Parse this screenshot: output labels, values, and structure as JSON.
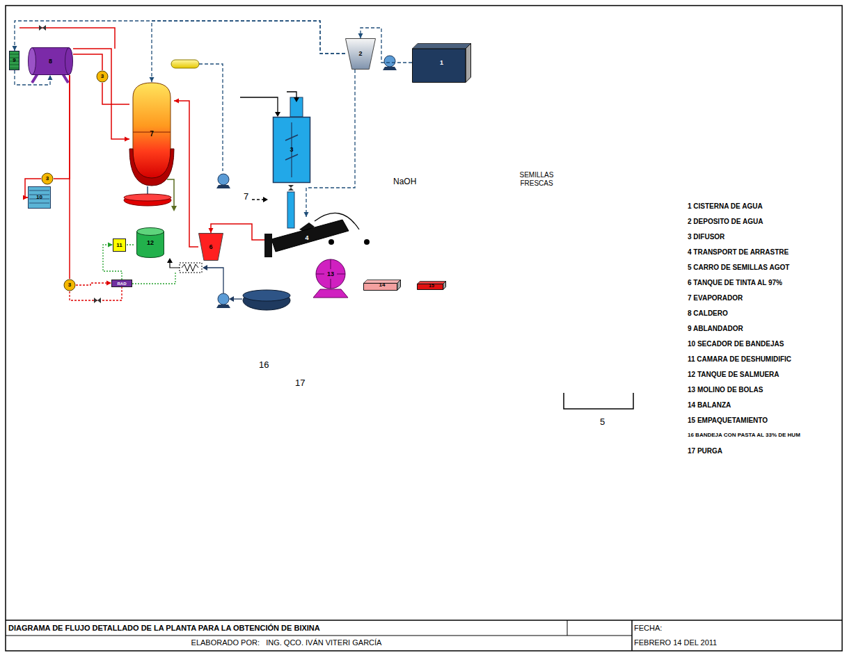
{
  "diagram": {
    "title": "DIAGRAMA DE FLUJO DETALLADO DE LA PLANTA PARA LA OBTENCIÓN DE BIXINA",
    "nodes": [
      {
        "text": [
          "9"
        ]
      },
      {
        "text": [
          "8"
        ]
      },
      {
        "text": [
          "3"
        ]
      },
      {
        "text": [
          "7"
        ]
      },
      {
        "text": [
          "2"
        ]
      },
      {
        "text": [
          "1"
        ]
      },
      {
        "text": [
          "3"
        ]
      },
      {
        "text": [
          "3"
        ]
      },
      {
        "text": [
          "10"
        ]
      },
      {
        "text": [
          "11"
        ]
      },
      {
        "text": [
          "12"
        ]
      },
      {
        "text": [
          "6"
        ]
      },
      {
        "text": [
          "4"
        ]
      },
      {
        "text": [
          "13"
        ]
      },
      {
        "text": [
          "RAD"
        ]
      },
      {
        "text": [
          "3"
        ]
      },
      {
        "text": [
          "14"
        ]
      },
      {
        "text": [
          "15"
        ]
      }
    ],
    "edges": [
      {
        "from": 5,
        "to": 4,
        "arrow": "to"
      },
      {
        "from": 4,
        "to": 12,
        "arrow": "to"
      },
      {
        "from": 4,
        "to": 0,
        "arrow": "to"
      },
      {
        "from": 4,
        "to": 3,
        "arrow": "to"
      },
      {
        "from": 0,
        "to": 1,
        "arrow": "to"
      },
      {
        "from": 1,
        "to": 3,
        "arrow": "to"
      },
      {
        "from": 1,
        "to": 2,
        "arrow": "none"
      },
      {
        "from": 2,
        "to": 3,
        "arrow": "none"
      },
      {
        "from": 1,
        "to": 7,
        "arrow": "none"
      },
      {
        "from": 7,
        "to": 8,
        "arrow": "to"
      },
      {
        "from": 1,
        "to": 15,
        "arrow": "none"
      },
      {
        "from": 15,
        "to": 14,
        "arrow": "to"
      },
      {
        "from": 14,
        "to": 9,
        "arrow": "to"
      },
      {
        "from": 12,
        "to": 11,
        "arrow": "to"
      },
      {
        "from": 11,
        "to": 3,
        "arrow": "to"
      }
    ],
    "labels": [
      "NaOH",
      "SEMILLAS FRESCAS",
      "7",
      "16",
      "17",
      "5",
      "1 CISTERNA DE AGUA",
      "2 DEPOSITO DE AGUA",
      "3 DIFUSOR",
      "4 TRANSPORT DE ARRASTRE",
      "5 CARRO DE SEMILLAS AGOT",
      "6 TANQUE DE TINTA AL 97%",
      "7 EVAPORADOR",
      "8 CALDERO",
      "9 ABLANDADOR",
      "10 SECADOR DE BANDEJAS",
      "11 CAMARA DE DESHUMIDIFIC",
      "12 TANQUE DE SALMUERA",
      "13 MOLINO DE BOLAS",
      "14 BALANZA",
      "15 EMPAQUETAMIENTO",
      "16 BANDEJA CON PASTA AL 33% DE HUM",
      "17 PURGA",
      "ELABORADO POR:   ING. QCO. IVÁN VITERI GARCÍA",
      "FECHA:",
      "FEBRERO 14 DEL 2011"
    ]
  }
}
